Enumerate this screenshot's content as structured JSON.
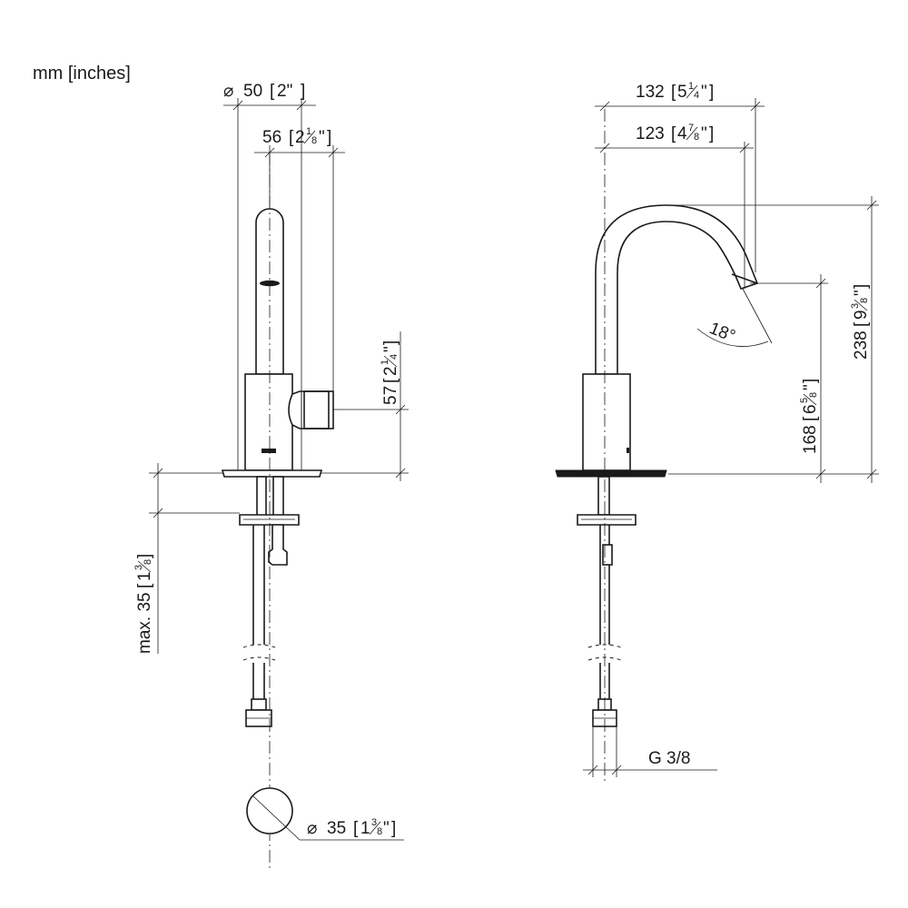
{
  "units_label": "mm [inches]",
  "dimensions": {
    "top_diameter": {
      "prefix": "⌀",
      "mm": "50",
      "in": "2\""
    },
    "width_56": {
      "mm": "56",
      "in_whole": "2",
      "in_num": "1",
      "in_den": "8",
      "in_tail": "\""
    },
    "height_57": {
      "mm": "57",
      "in_whole": "2",
      "in_num": "1",
      "in_den": "4",
      "in_tail": "\""
    },
    "max_35": {
      "mm": "max. 35",
      "in_whole": "1",
      "in_num": "3",
      "in_den": "8"
    },
    "bottom_diameter": {
      "prefix": "⌀",
      "mm": "35",
      "in_whole": "1",
      "in_num": "3",
      "in_den": "8",
      "in_tail": "\""
    },
    "reach_132": {
      "mm": "132",
      "in_whole": "5",
      "in_num": "1",
      "in_den": "4",
      "in_tail": "\""
    },
    "reach_123": {
      "mm": "123",
      "in_whole": "4",
      "in_num": "7",
      "in_den": "8",
      "in_tail": "\""
    },
    "angle": {
      "value": "18°"
    },
    "height_168": {
      "mm": "168",
      "in_whole": "6",
      "in_num": "5",
      "in_den": "8",
      "in_tail": "\""
    },
    "height_238": {
      "mm": "238",
      "in_whole": "9",
      "in_num": "3",
      "in_den": "8",
      "in_tail": "\""
    },
    "thread": {
      "label": "G 3/8"
    }
  }
}
